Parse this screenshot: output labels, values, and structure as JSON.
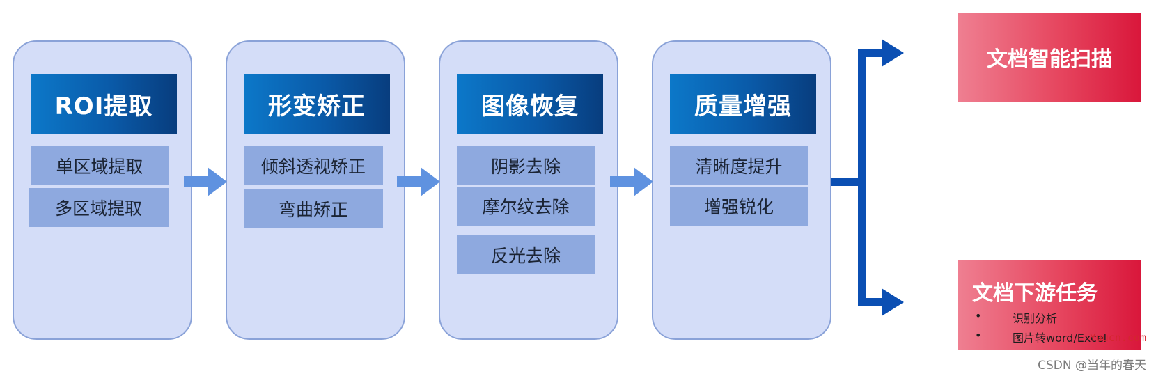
{
  "stages": [
    {
      "title": "ROI提取",
      "items": [
        "单区域提取",
        "多区域提取"
      ]
    },
    {
      "title": "形变矫正",
      "items": [
        "倾斜透视矫正",
        "弯曲矫正"
      ]
    },
    {
      "title": "图像恢复",
      "items": [
        "阴影去除",
        "摩尔纹去除",
        "反光去除"
      ]
    },
    {
      "title": "质量增强",
      "items": [
        "清晰度提升",
        "增强锐化"
      ]
    }
  ],
  "outputs": {
    "scan": "文档智能扫描",
    "downstream": {
      "title": "文档下游任务",
      "bullets": [
        "识别分析",
        "图片转word/Excel"
      ]
    }
  },
  "bullet_symbol": "•",
  "watermarks": {
    "yuucn": "Yuucn.com",
    "csdn": "CSDN @当年的春天"
  },
  "colors": {
    "stage_bg": "#d4ddf8",
    "title_gradient": [
      "#0c78c9",
      "#083d7e"
    ],
    "sub_bg": "#8ea9df",
    "arrow": "#5f92e0",
    "connector": "#0b4fb3",
    "output_gradient": [
      "#ef7f91",
      "#d9173b"
    ]
  }
}
